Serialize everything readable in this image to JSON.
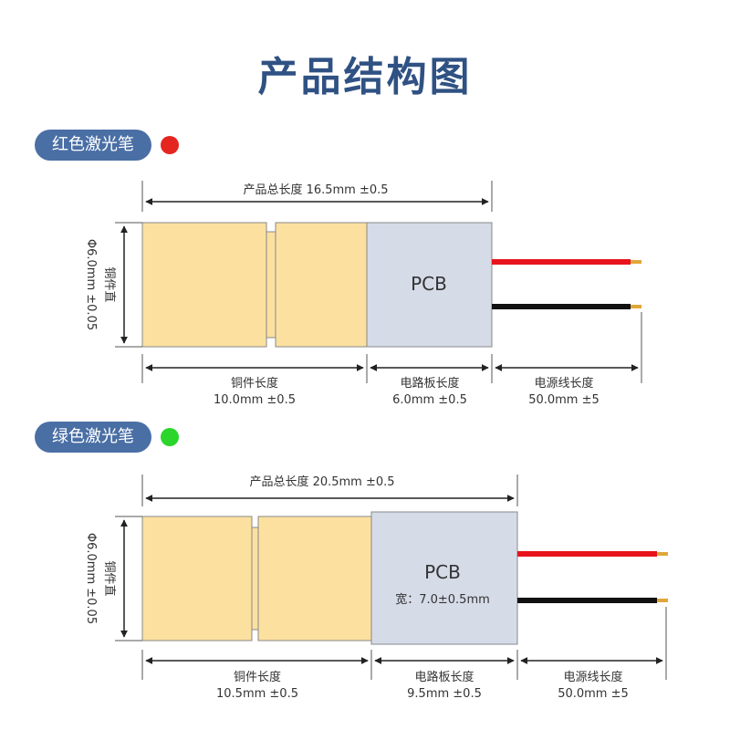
{
  "title": "产品结构图",
  "colors": {
    "title": "#2f5183",
    "pill": "#4a6fa5",
    "copper_fill": "#fbe0a0",
    "pcb_fill": "#d6dbe8",
    "red_wire": "#e8141c",
    "black_wire": "#111111",
    "red_dot": "#e52520",
    "green_dot": "#2bd52b",
    "wire_tip": "#e0a63a"
  },
  "sections": [
    {
      "id": "red",
      "label": "红色激光笔",
      "dot_color": "#e52520",
      "total_label": "产品总长度  16.5mm ±0.5",
      "diameter_label": "Φ6.0mm ±0.05",
      "diameter_part": "铜件直",
      "pcb_label": "PCB",
      "pcb_width_label": "",
      "segments": [
        {
          "name": "铜件长度",
          "value": "10.0mm ±0.5"
        },
        {
          "name": "电路板长度",
          "value": "6.0mm ±0.5"
        },
        {
          "name": "电源线长度",
          "value": "50.0mm ±5"
        }
      ]
    },
    {
      "id": "green",
      "label": "绿色激光笔",
      "dot_color": "#2bd52b",
      "total_label": "产品总长度  20.5mm ±0.5",
      "diameter_label": "Φ6.0mm ±0.05",
      "diameter_part": "铜件直",
      "pcb_label": "PCB",
      "pcb_width_label": "宽：7.0±0.5mm",
      "segments": [
        {
          "name": "铜件长度",
          "value": "10.5mm ±0.5"
        },
        {
          "name": "电路板长度",
          "value": "9.5mm ±0.5"
        },
        {
          "name": "电源线长度",
          "value": "50.0mm ±5"
        }
      ]
    }
  ]
}
